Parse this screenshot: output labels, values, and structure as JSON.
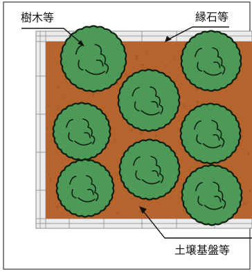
{
  "labels": {
    "trees": "樹木等",
    "curb": "縁石等",
    "soil": "土壌基盤等"
  },
  "colors": {
    "soil": "#b5642e",
    "soil_dark": "#8a4a1e",
    "curb_stone": "#ececec",
    "curb_joint": "#9a9a9a",
    "tree_fill": "#4d9a58",
    "tree_outline": "#0d1f10",
    "frame": "#333333"
  },
  "diagram": {
    "tree_count": 8
  }
}
